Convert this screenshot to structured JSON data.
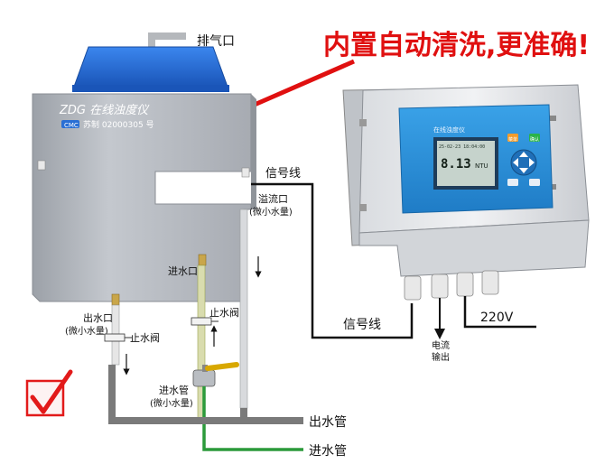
{
  "headline": "内置自动清洗,更准确!",
  "sensor": {
    "model_label": "ZDG 在线浊度仪",
    "cert_label": "苏制 02000305 号",
    "logo_text": "CMC"
  },
  "labels": {
    "vent": "排气口",
    "signal_top": "信号线",
    "overflow_line1": "溢流口",
    "overflow_line2": "(微小水量)",
    "inlet_port": "进水口",
    "outlet_port_line1": "出水口",
    "outlet_port_line2": "(微小水量)",
    "stop_valve_1": "止水阀",
    "stop_valve_2": "止水阀",
    "inlet_pipe_line1": "进水管",
    "inlet_pipe_line2": "(微小水量)",
    "outlet_pipe": "出水管",
    "inlet_pipe": "进水管",
    "signal_bottom": "信号线",
    "current_line1": "电流",
    "current_line2": "输出",
    "power": "220V"
  },
  "controller": {
    "panel_title": "在线浊度仪",
    "screen_status": "25-02-23  18:04:00",
    "reading": "8.13",
    "unit": "NTU",
    "key_menu": "菜单",
    "key_ok": "确认"
  },
  "colors": {
    "headline": "#e01010",
    "arrow": "#e01010",
    "sensor_cap": "#1f68d6",
    "sensor_body": "#b8bcc2",
    "inlet_pipe": "#2b9a3a",
    "outlet_pipe": "#7a7a7a",
    "controller_panel": "#2a8fd6",
    "screen": "#c6d3cc",
    "check": "#e21a1a"
  }
}
